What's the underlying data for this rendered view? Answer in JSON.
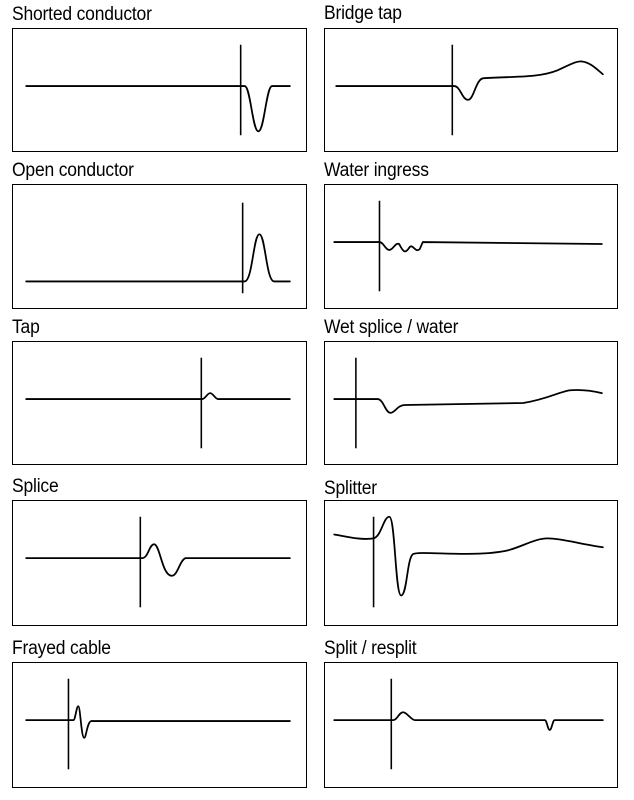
{
  "panels": [
    {
      "label": "Shorted conductor"
    },
    {
      "label": "Bridge tap"
    },
    {
      "label": "Open conductor"
    },
    {
      "label": "Water ingress"
    },
    {
      "label": "Tap"
    },
    {
      "label": "Wet splice / water"
    },
    {
      "label": "Splice"
    },
    {
      "label": "Splitter"
    },
    {
      "label": "Frayed cable"
    },
    {
      "label": "Split / resplit"
    }
  ]
}
